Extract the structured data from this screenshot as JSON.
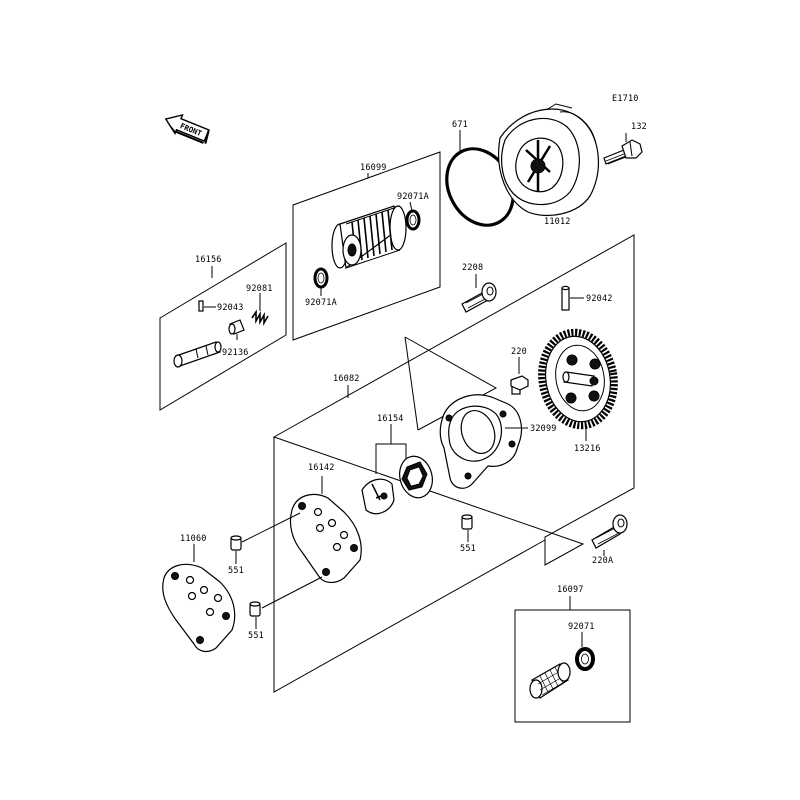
{
  "drawing_code": "E1710",
  "front_arrow": {
    "text": "FRONT",
    "icon": "front-arrow-icon"
  },
  "labels": {
    "p671": "671",
    "p132": "132",
    "p11012": "11012",
    "p16099": "16099",
    "p92071A_top": "92071A",
    "p92071A_bottom": "92071A",
    "p16156": "16156",
    "p92081": "92081",
    "p92043": "92043",
    "p92136": "92136",
    "p2208": "2208",
    "p92042": "92042",
    "p220": "220",
    "p16082": "16082",
    "p16154": "16154",
    "p32099": "32099",
    "p13216": "13216",
    "p16142": "16142",
    "p11060": "11060",
    "p551_left": "551",
    "p551_bottom": "551",
    "p551_right": "551",
    "p220A": "220A",
    "p16097": "16097",
    "p92071": "92071"
  }
}
